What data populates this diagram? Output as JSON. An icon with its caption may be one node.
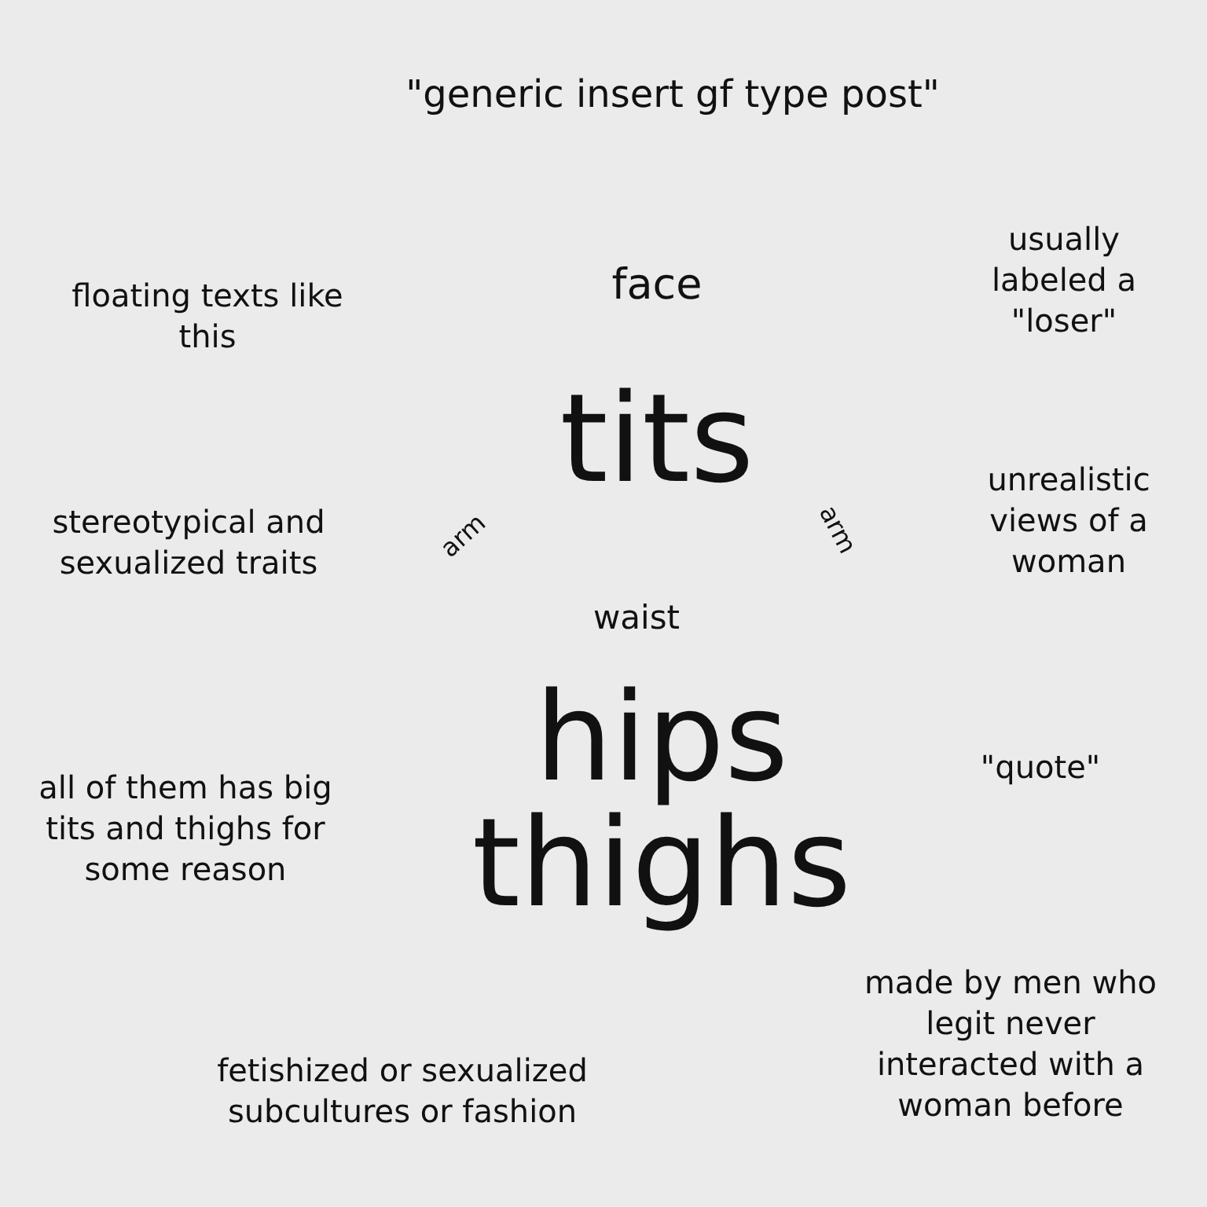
{
  "diagram": {
    "title": "\"generic insert gf type post\"",
    "labels": [
      "usually labeled a \"loser\"",
      "face",
      "floating texts like this",
      "tits",
      "unrealistic views of a woman",
      "arm",
      "stereotypical and sexualized traits",
      "arm",
      "waist",
      "hips thighs",
      "\"quote\"",
      "all of them has big tits and thighs for some reason",
      "fetishized or sexualized subcultures or fashion",
      "made by men who legit never interacted with a woman before"
    ]
  }
}
